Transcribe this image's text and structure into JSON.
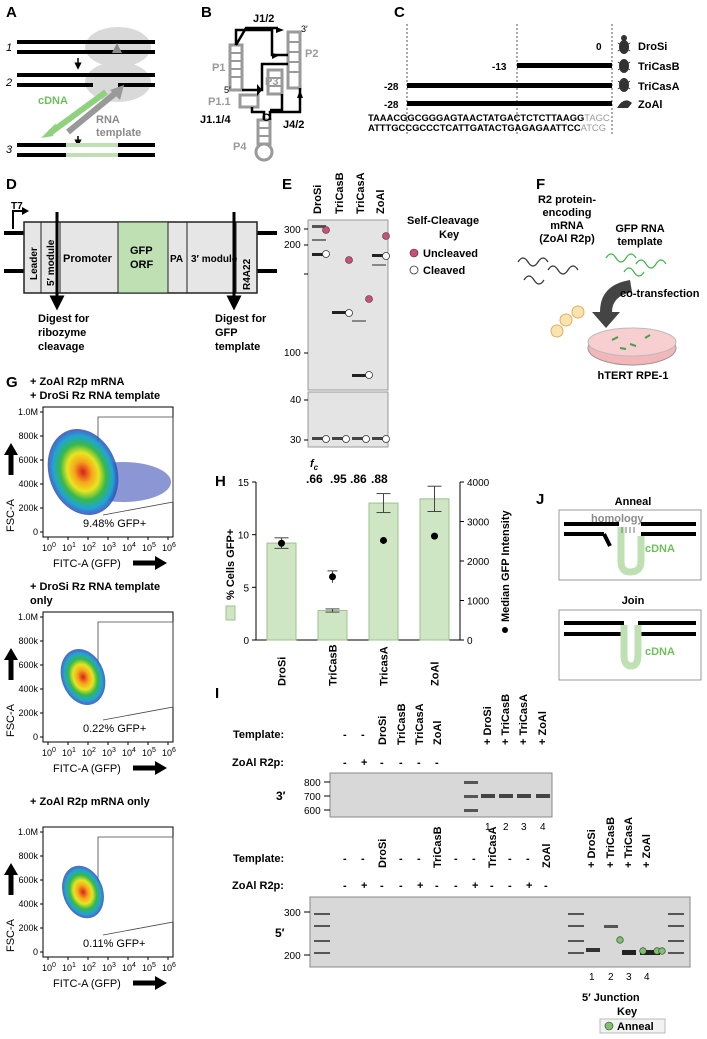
{
  "panels": {
    "a": "A",
    "b": "B",
    "c": "C",
    "d": "D",
    "e": "E",
    "f": "F",
    "g": "G",
    "h": "H",
    "i": "I",
    "j": "J"
  },
  "panel_a": {
    "rows": [
      "1",
      "2",
      "3"
    ],
    "cdna": "cDNA",
    "rna_l1": "RNA",
    "rna_l2": "template"
  },
  "panel_b": {
    "j12": "J1/2",
    "three": "3′",
    "five": "5′",
    "p1": "P1",
    "p2": "P2",
    "p3": "P3",
    "p11": "P1.1",
    "j114": "J1.1/4",
    "c": "C",
    "j42": "J4/2",
    "p4": "P4"
  },
  "panel_c": {
    "offsets": [
      "0",
      "-13",
      "-28",
      "-28"
    ],
    "species": [
      "DroSi",
      "TriCasB",
      "TriCasA",
      "ZoAl"
    ],
    "seq_top_dark": "TAAACGGCGGGAGTAACTATGACTCTCTTAAGG",
    "seq_top_light": "TAGC",
    "seq_bot_dark": "ATTTGCCGCCCTCATTGATACTGAGAGAATTCC",
    "seq_bot_light": "ATCG"
  },
  "panel_d": {
    "t7": "T7",
    "leader": "Leader",
    "mod5": "5′ module",
    "promoter": "Promoter",
    "gfp1": "GFP",
    "gfp2": "ORF",
    "pa": "PA",
    "mod3": "3′ module",
    "r4a22": "R4A22",
    "dig1": [
      "Digest for",
      "ribozyme",
      "cleavage"
    ],
    "dig2": [
      "Digest for",
      "GFP",
      "template"
    ]
  },
  "panel_e": {
    "lanes": [
      "DroSi",
      "TriCasB",
      "TriCasA",
      "ZoAl"
    ],
    "markers_top": [
      "300",
      "200",
      "100"
    ],
    "markers_bot": [
      "40",
      "30"
    ],
    "fc_label": "f",
    "fc_sub": "c",
    "fc_values": [
      ".66",
      ".95",
      ".86",
      ".88"
    ],
    "key_title1": "Self-Cleavage",
    "key_title2": "Key",
    "uncleaved": "Uncleaved",
    "cleaved": "Cleaved"
  },
  "panel_f": {
    "l1": "R2 protein-",
    "l2": "encoding",
    "l3": "mRNA",
    "l4": "(ZoAl R2p)",
    "gfp1": "GFP RNA",
    "gfp2": "template",
    "cotrans": "co-transfection",
    "cell": "hTERT RPE-1"
  },
  "panel_g": {
    "plots": [
      {
        "title1": "+ ZoAl R2p mRNA",
        "title2": "+ DroSi Rz RNA template",
        "pct": "9.48% GFP+"
      },
      {
        "title1": "+ DroSi Rz RNA template",
        "title2": "only",
        "pct": "0.22% GFP+"
      },
      {
        "title1": "+ ZoAl R2p mRNA only",
        "title2": "",
        "pct": "0.11% GFP+"
      }
    ],
    "yticks": [
      "1.0M",
      "800k",
      "600k",
      "400k",
      "200k",
      "0"
    ],
    "xticks": [
      "10",
      "10",
      "10",
      "10",
      "10",
      "10",
      "10"
    ],
    "xexp": [
      "0",
      "1",
      "2",
      "3",
      "4",
      "5",
      "6"
    ],
    "ylabel": "FSC-A",
    "xlabel": "FITC-A (GFP)"
  },
  "chart_data": {
    "type": "bar",
    "categories": [
      "DroSi",
      "TriCasB",
      "TricasA",
      "ZoAl"
    ],
    "series": [
      {
        "name": "% Cells GFP+",
        "values": [
          9.2,
          2.8,
          13.0,
          13.4
        ],
        "errors": [
          0.5,
          0.15,
          0.9,
          1.2
        ]
      },
      {
        "name": "Median GFP Intensity",
        "values": [
          2450,
          1600,
          2520,
          2630
        ],
        "errors": [
          0,
          150,
          0,
          0
        ]
      }
    ],
    "ylabel": "% Cells GFP+",
    "y2label": "Median GFP Intensity",
    "ylim": [
      0,
      15
    ],
    "y2lim": [
      0,
      4000
    ],
    "yticks": [
      "0",
      "5",
      "10",
      "15"
    ],
    "y2ticks": [
      "0",
      "1000",
      "2000",
      "3000",
      "4000"
    ]
  },
  "panel_i": {
    "template_label": "Template:",
    "r2p_label": "ZoAl R2p:",
    "top_template": [
      "-",
      "-",
      "DroSi",
      "TriCasB",
      "TriCasA",
      "ZoAl",
      "",
      "+ DroSi",
      "+ TriCasB",
      "+ TriCasA",
      "+ ZoAl"
    ],
    "top_r2p": [
      "-",
      "+",
      "-",
      "-",
      "-",
      "-"
    ],
    "top_markers": [
      "800",
      "700",
      "600"
    ],
    "top_label": "3′",
    "top_lanes": [
      "1",
      "2",
      "3",
      "4"
    ],
    "bot_template": [
      "-",
      "-",
      "DroSi",
      "-",
      "-",
      "TriCasB",
      "-",
      "-",
      "TriCasA",
      "-",
      "-",
      "ZoAl",
      "",
      "+ DroSi",
      "+ TriCasB",
      "+ TriCasA",
      "+ ZoAl"
    ],
    "bot_r2p": [
      "-",
      "+",
      "-",
      "-",
      "+",
      "-",
      "-",
      "+",
      "-",
      "-",
      "+",
      "-"
    ],
    "bot_markers": [
      "300",
      "200"
    ],
    "bot_label": "5′",
    "bot_lanes": [
      "1",
      "2",
      "3",
      "4"
    ],
    "key1": "5′ Junction",
    "key2": "Key",
    "anneal": "Anneal"
  },
  "panel_j": {
    "anneal": "Anneal",
    "homology": "homology",
    "cdna": "cDNA",
    "join": "Join"
  },
  "colors": {
    "green": "#bfe0b2",
    "green_dark": "#7dc36d",
    "grey": "#9a9a9a",
    "uncleaved": "#cc4f78"
  }
}
